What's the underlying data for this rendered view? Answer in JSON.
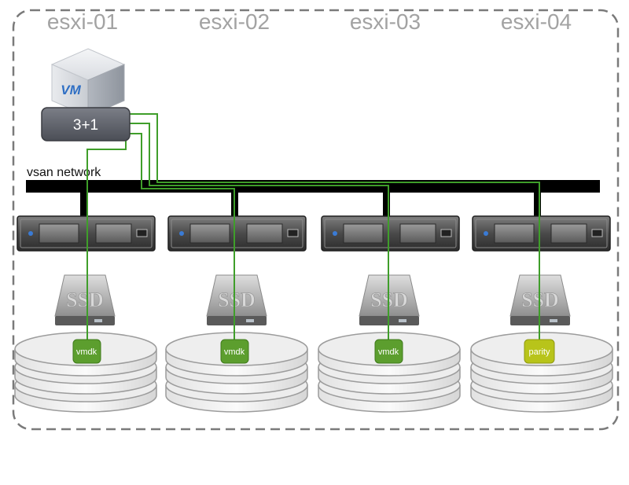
{
  "hosts": [
    {
      "name": "esxi-01",
      "component": "vmdk",
      "component_color": "#5c9e2e"
    },
    {
      "name": "esxi-02",
      "component": "vmdk",
      "component_color": "#5c9e2e"
    },
    {
      "name": "esxi-03",
      "component": "vmdk",
      "component_color": "#5c9e2e"
    },
    {
      "name": "esxi-04",
      "component": "parity",
      "component_color": "#b8c41a"
    }
  ],
  "network": {
    "label": "vsan network"
  },
  "vm": {
    "icon_text": "VM",
    "policy": "3+1"
  },
  "disk": {
    "ssd_text": "SSD"
  },
  "colors": {
    "link": "#3f9e2a",
    "network_bar": "#000000",
    "cluster_border": "#7a7a7a",
    "policy_box": "#5b5e66"
  }
}
